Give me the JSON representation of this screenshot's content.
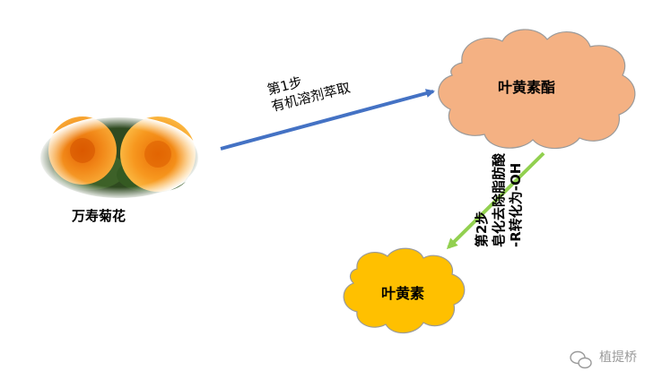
{
  "flower": {
    "caption": "万寿菊花"
  },
  "step1": {
    "line1": "第1步",
    "line2": "有机溶剂萃取"
  },
  "cloud_ester": {
    "label": "叶黄素酯",
    "color": "#F4B183"
  },
  "cloud_lutein": {
    "label": "叶黄素",
    "color": "#FFC000"
  },
  "step2": {
    "line1": "第2步",
    "line2": "皂化去除脂肪酸",
    "line3": "-R转化为-OH"
  },
  "arrows": {
    "step1_color": "#4472C4",
    "step2_color": "#92D050"
  },
  "watermark": {
    "text": "植提桥",
    "icon": "wechat-icon"
  }
}
